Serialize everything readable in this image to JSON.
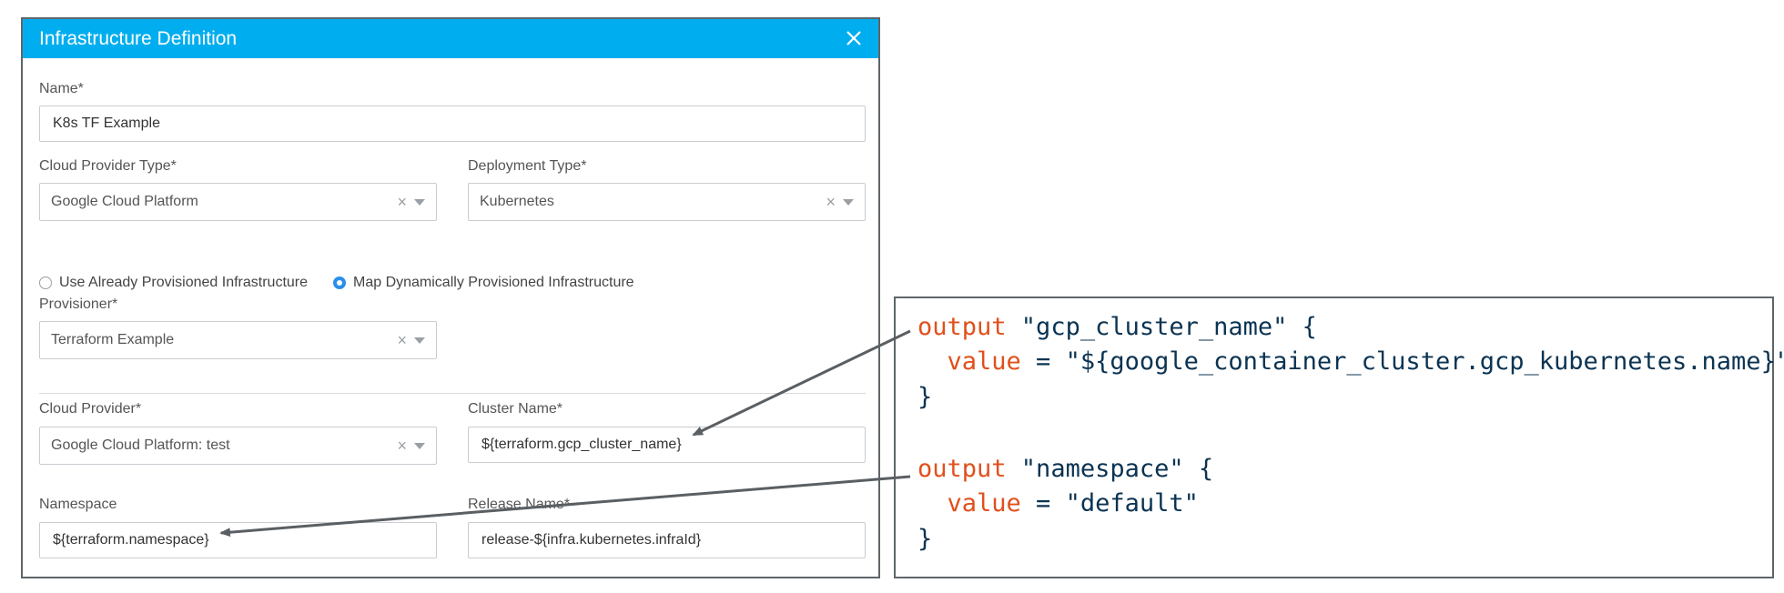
{
  "dialog": {
    "title": "Infrastructure Definition",
    "fields": {
      "name": {
        "label": "Name*",
        "value": "K8s TF Example"
      },
      "cloud_provider_type": {
        "label": "Cloud Provider Type*",
        "value": "Google Cloud Platform"
      },
      "deployment_type": {
        "label": "Deployment Type*",
        "value": "Kubernetes"
      },
      "provisioner": {
        "label": "Provisioner*",
        "value": "Terraform Example"
      },
      "cloud_provider": {
        "label": "Cloud Provider*",
        "value": "Google Cloud Platform: test"
      },
      "cluster_name": {
        "label": "Cluster Name*",
        "value": "${terraform.gcp_cluster_name}"
      },
      "namespace": {
        "label": "Namespace",
        "value": "${terraform.namespace}"
      },
      "release_name": {
        "label": "Release Name*",
        "value": "release-${infra.kubernetes.infraId}"
      }
    },
    "radio_options": [
      {
        "label": "Use Already Provisioned Infrastructure",
        "checked": false
      },
      {
        "label": "Map Dynamically Provisioned Infrastructure",
        "checked": true
      }
    ],
    "clear_glyph": "×"
  },
  "code": {
    "lines": [
      {
        "kw": "output",
        "rest": " \"gcp_cluster_name\" {"
      },
      {
        "indent": "  ",
        "kw": "value",
        "rest": " = \"${google_container_cluster.gcp_kubernetes.name}\""
      },
      {
        "rest": "}"
      },
      {
        "kw": "output",
        "rest": " \"namespace\" {"
      },
      {
        "indent": "  ",
        "kw": "value",
        "rest": " = \"default\""
      },
      {
        "rest": "}"
      }
    ]
  },
  "colors": {
    "header": "#00aeef",
    "keyword": "#e0501c",
    "radio_checked": "#2b8fea"
  },
  "icons": [
    "close-icon",
    "clear-icon",
    "chevron-down-icon",
    "arrow-icon"
  ]
}
